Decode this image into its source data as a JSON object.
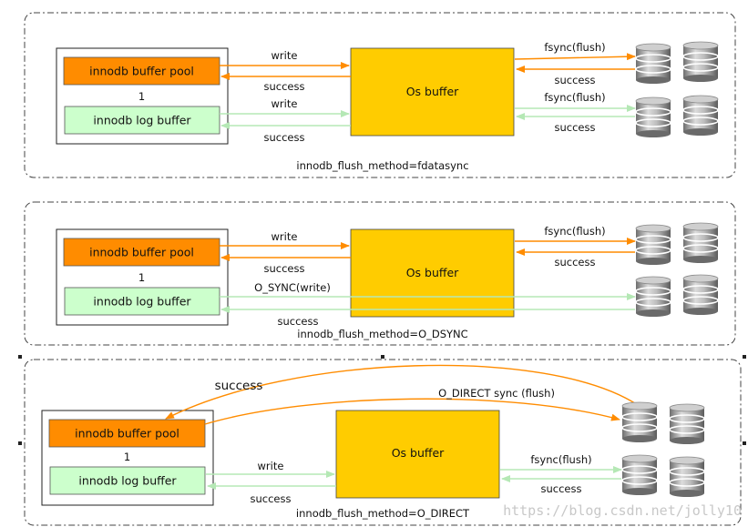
{
  "colors": {
    "buffer_pool": "#ff8c00",
    "log_buffer": "#ccffcc",
    "os_buffer": "#ffcc00",
    "orange_arrow": "#ff8c00",
    "green_arrow": "#bfefbf"
  },
  "icons": [
    "disk-cylinder-icon"
  ],
  "panels": [
    {
      "buffer_pool": "innodb buffer pool",
      "ratio": "1",
      "log_buffer": "innodb log buffer",
      "os_buffer": "Os buffer",
      "write_top": "write",
      "success_top": "success",
      "write_bottom": "write",
      "success_bottom": "success",
      "fsync_top": "fsync(flush)",
      "success_disk_top": "success",
      "fsync_bottom": "fsync(flush)",
      "success_disk_bottom": "success",
      "caption": "innodb_flush_method=fdatasync"
    },
    {
      "buffer_pool": "innodb buffer pool",
      "ratio": "1",
      "log_buffer": "innodb log buffer",
      "os_buffer": "Os buffer",
      "write_top": "write",
      "success_top": "success",
      "osync_write": "O_SYNC(write)",
      "success_bottom": "success",
      "fsync_top": "fsync(flush)",
      "success_disk_top": "success",
      "caption": "innodb_flush_method=O_DSYNC"
    },
    {
      "buffer_pool": "innodb buffer pool",
      "ratio": "1",
      "log_buffer": "innodb log buffer",
      "os_buffer": "Os buffer",
      "success_direct": "success",
      "o_direct": "O_DIRECT   sync (flush)",
      "write_bottom": "write",
      "success_bottom": "success",
      "fsync": "fsync(flush)",
      "success_disk": "success",
      "caption": "innodb_flush_method=O_DIRECT"
    }
  ],
  "watermark": "https://blog.csdn.net/jolly10"
}
